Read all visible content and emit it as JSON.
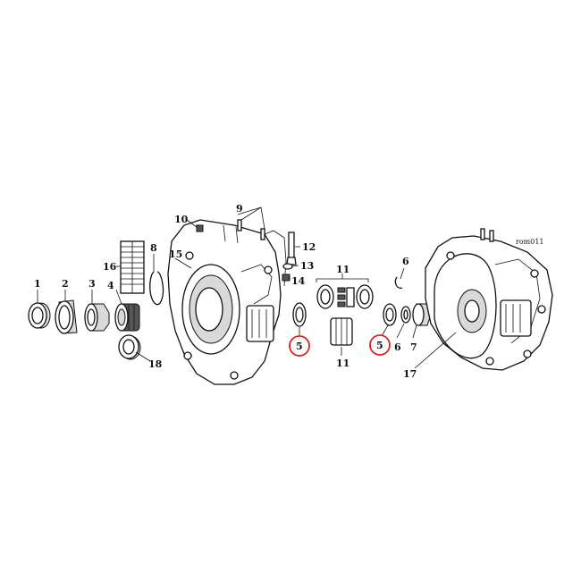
{
  "diagram": {
    "reference_code": "rom011",
    "labels": {
      "l1": "1",
      "l2": "2",
      "l3": "3",
      "l4": "4",
      "l5a": "5",
      "l5b": "5",
      "l6a": "6",
      "l6b": "6",
      "l7": "7",
      "l8": "8",
      "l9": "9",
      "l10": "10",
      "l11a": "11",
      "l11b": "11",
      "l12": "12",
      "l13": "13",
      "l14": "14",
      "l15": "15",
      "l16": "16",
      "l17": "17",
      "l18": "18"
    },
    "highlight_color": "#e0201e"
  }
}
